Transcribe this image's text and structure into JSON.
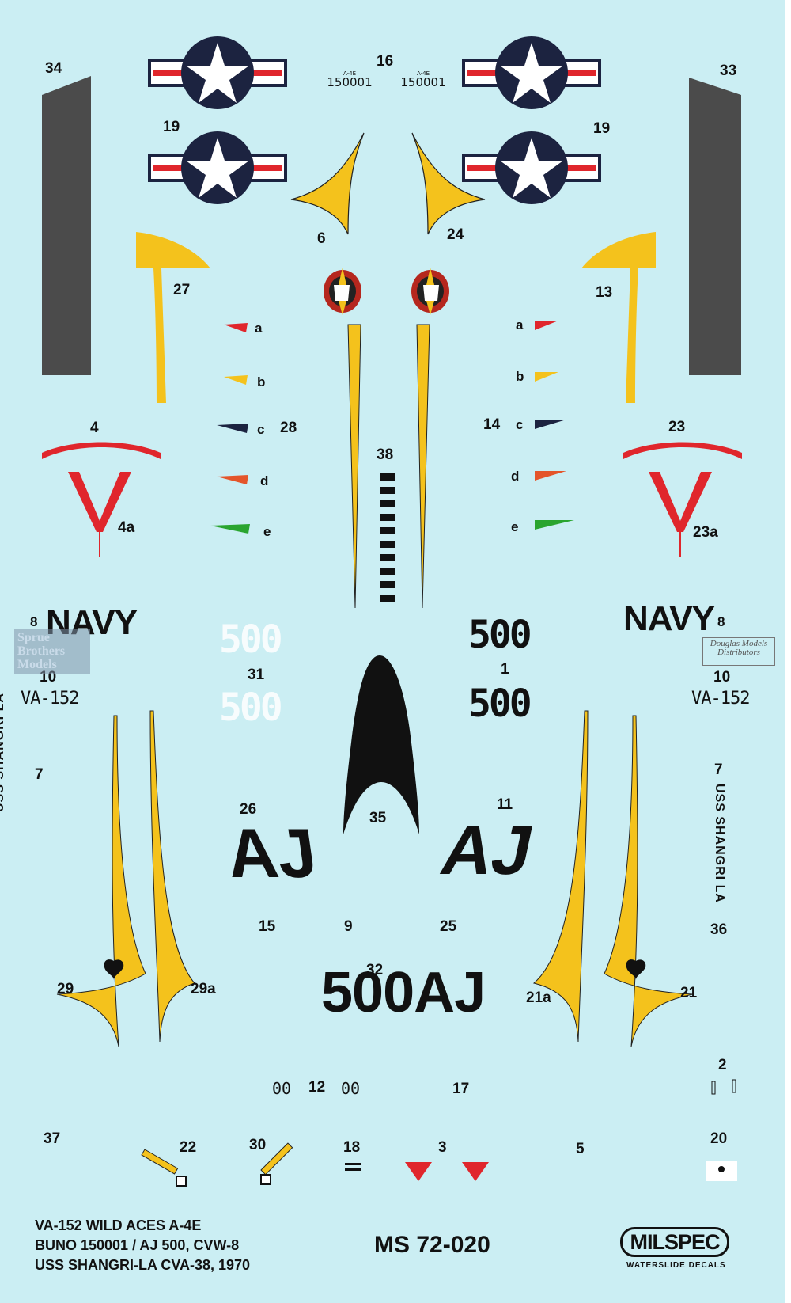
{
  "decals": {
    "numbers": {
      "n34": "34",
      "n16": "16",
      "n33": "33",
      "n19a": "19",
      "n19b": "19",
      "n6": "6",
      "n24": "24",
      "n27": "27",
      "n13": "13",
      "n4": "4",
      "n23": "23",
      "n4a": "4a",
      "n23a": "23a",
      "n28": "28",
      "n14": "14",
      "n38": "38",
      "n8a": "8",
      "n8b": "8",
      "n10a": "10",
      "n10b": "10",
      "n31": "31",
      "n1": "1",
      "n7a": "7",
      "n7b": "7",
      "n26": "26",
      "n35": "35",
      "n11": "11",
      "n15": "15",
      "n9": "9",
      "n25": "25",
      "n36": "36",
      "n32": "32",
      "n29": "29",
      "n29a": "29a",
      "n21a": "21a",
      "n21": "21",
      "n2": "2",
      "n12": "12",
      "n17": "17",
      "n37": "37",
      "n22": "22",
      "n30": "30",
      "n18": "18",
      "n3": "3",
      "n5": "5",
      "n20": "20"
    },
    "letters": {
      "la": "a",
      "lb": "b",
      "lc": "c",
      "ld": "d",
      "le": "e",
      "ra": "a",
      "rb": "b",
      "rc": "c",
      "rd": "d",
      "re": "e"
    },
    "buno_small": "A-4E",
    "buno": "150001",
    "navy": "NAVY",
    "side_number": "500",
    "squadron": "VA-152",
    "ship": "USS SHANGRI LA",
    "tail_code": "AJ",
    "fuselage_code": "500AJ",
    "small_digits": "00"
  },
  "watermarks": {
    "sprue": "Sprue Brothers Models",
    "douglas": "Douglas Models Distributors"
  },
  "footer": {
    "line1": "VA-152 WILD ACES A-4E",
    "line2": "BUNO 150001 / AJ 500, CVW-8",
    "line3": "USS SHANGRI-LA CVA-38, 1970",
    "code": "MS 72-020",
    "brand": "MILSPEC",
    "brand_sub": "WATERSLIDE DECALS"
  },
  "colors": {
    "background": "#cbeef3",
    "insignia_blue": "#1c2340",
    "insignia_red": "#e0262c",
    "yellow": "#f4c21c",
    "dark_gray": "#4b4b4b",
    "black": "#111111",
    "green": "#2aa52f",
    "orange": "#e4552a",
    "red": "#e0262c"
  }
}
